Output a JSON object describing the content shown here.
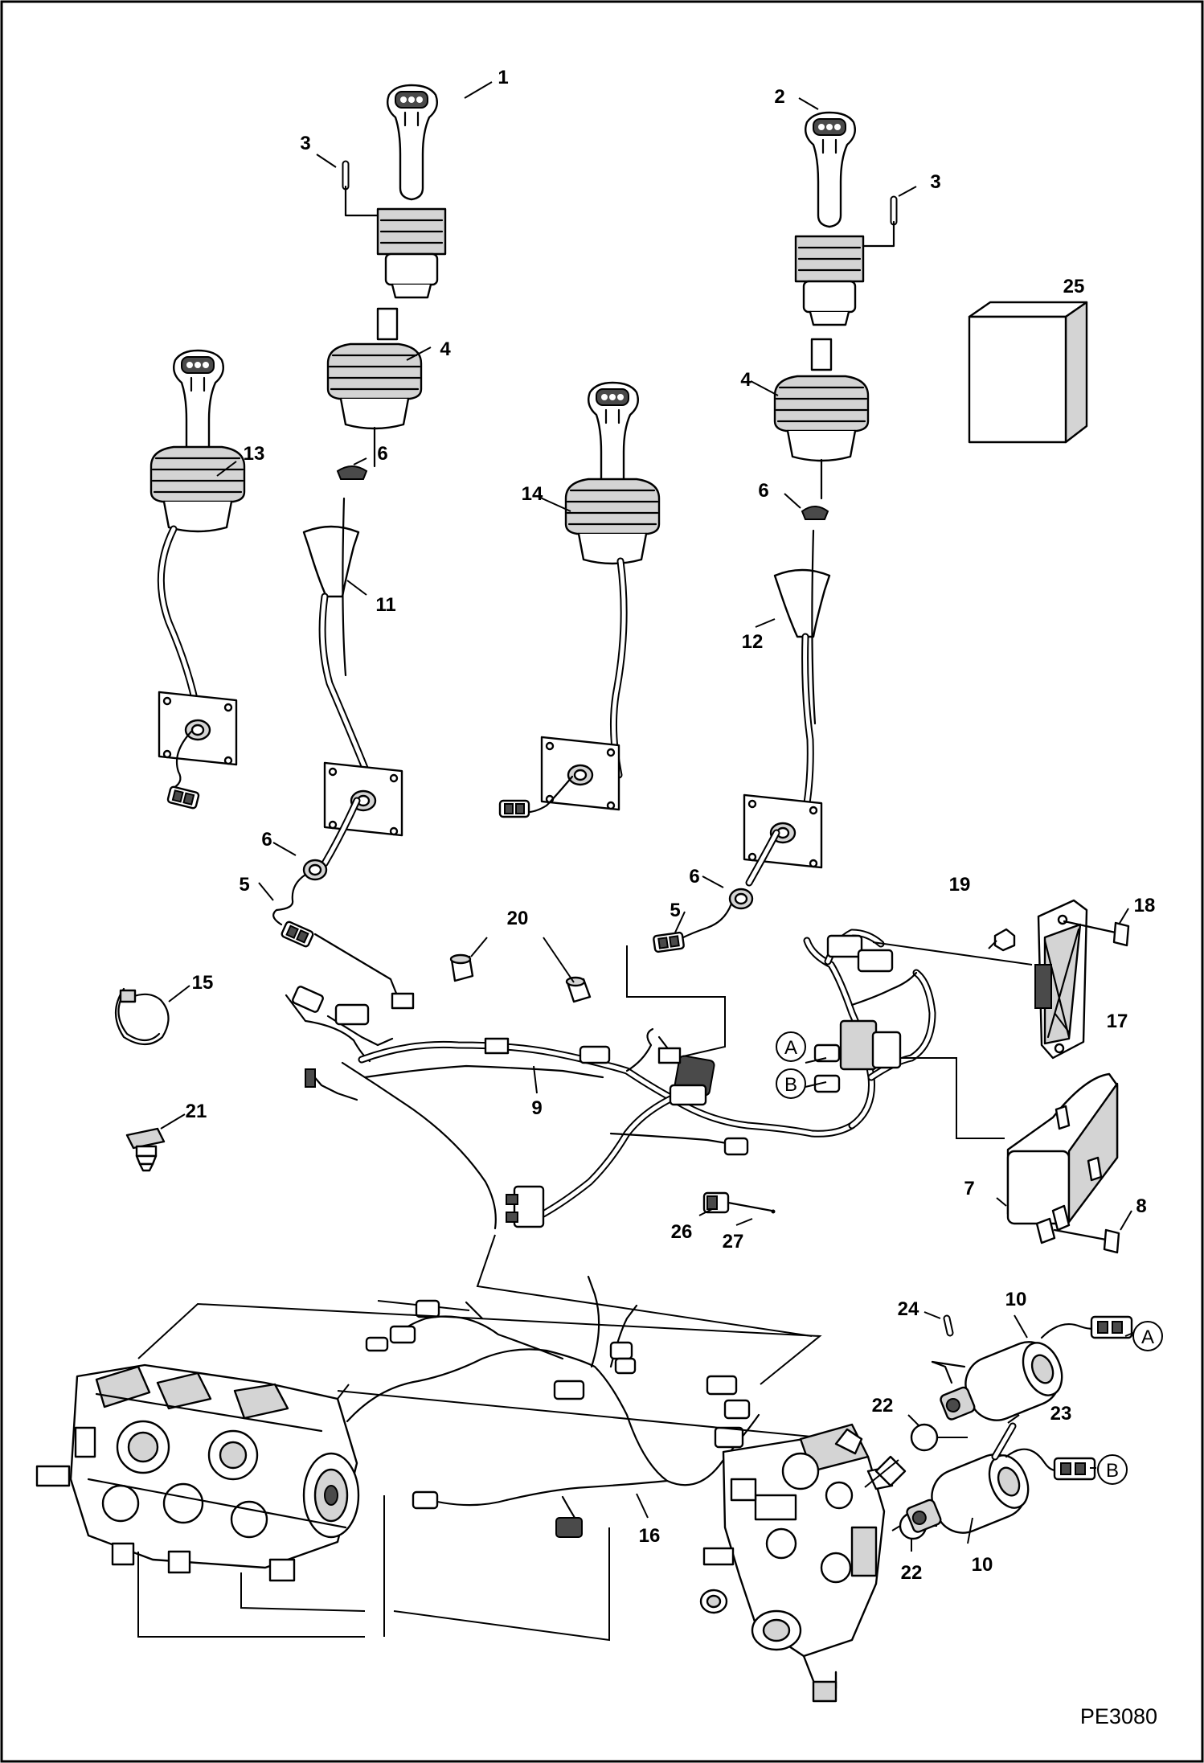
{
  "figure": {
    "reference_code": "PE3080",
    "callouts": [
      {
        "id": "c1",
        "label": "1"
      },
      {
        "id": "c2",
        "label": "2"
      },
      {
        "id": "c3a",
        "label": "3"
      },
      {
        "id": "c3b",
        "label": "3"
      },
      {
        "id": "c4a",
        "label": "4"
      },
      {
        "id": "c4b",
        "label": "4"
      },
      {
        "id": "c5a",
        "label": "5"
      },
      {
        "id": "c5b",
        "label": "5"
      },
      {
        "id": "c6a",
        "label": "6"
      },
      {
        "id": "c6b",
        "label": "6"
      },
      {
        "id": "c6c",
        "label": "6"
      },
      {
        "id": "c6d",
        "label": "6"
      },
      {
        "id": "c7",
        "label": "7"
      },
      {
        "id": "c8",
        "label": "8"
      },
      {
        "id": "c9",
        "label": "9"
      },
      {
        "id": "c10a",
        "label": "10"
      },
      {
        "id": "c10b",
        "label": "10"
      },
      {
        "id": "c11",
        "label": "11"
      },
      {
        "id": "c12",
        "label": "12"
      },
      {
        "id": "c13",
        "label": "13"
      },
      {
        "id": "c14",
        "label": "14"
      },
      {
        "id": "c15",
        "label": "15"
      },
      {
        "id": "c16",
        "label": "16"
      },
      {
        "id": "c17",
        "label": "17"
      },
      {
        "id": "c18",
        "label": "18"
      },
      {
        "id": "c19",
        "label": "19"
      },
      {
        "id": "c20",
        "label": "20"
      },
      {
        "id": "c21",
        "label": "21"
      },
      {
        "id": "c22a",
        "label": "22"
      },
      {
        "id": "c22b",
        "label": "22"
      },
      {
        "id": "c23",
        "label": "23"
      },
      {
        "id": "c24",
        "label": "24"
      },
      {
        "id": "c25",
        "label": "25"
      },
      {
        "id": "c26",
        "label": "26"
      },
      {
        "id": "c27",
        "label": "27"
      }
    ],
    "connection_tags": [
      {
        "id": "tagA1",
        "label": "A"
      },
      {
        "id": "tagB1",
        "label": "B"
      },
      {
        "id": "tagA2",
        "label": "A"
      },
      {
        "id": "tagB2",
        "label": "B"
      }
    ]
  }
}
